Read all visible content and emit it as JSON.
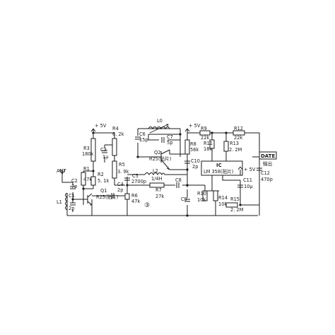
{
  "labels": {
    "vcc_left": "+ 5V",
    "vcc_mid": "+ 5V",
    "vcc_ic": "+ 5V",
    "ant": "ANT",
    "l1": "L1",
    "c1_name": "C1",
    "c1_val": "2p",
    "c2_name": "C2",
    "c2_val": "7p",
    "r1_name": "R1",
    "r1_val": "47k",
    "r2_name": "R2",
    "r2_val": "5. 1k",
    "r3_name": "R3",
    "r3_val": "180k",
    "r4_name": "R4",
    "r4_val": "6. 2k",
    "c3_name": "C3",
    "c3_val": "1μ",
    "r5_name": "R5",
    "r5_val": "3. 9k",
    "q1_name": "Q1",
    "q1_val": "R25(贴片)",
    "c4_name": "C4",
    "c4_val": "2p",
    "c5_name": "C5",
    "c5_val": "2700p",
    "r6_name": "R6",
    "r6_val": "47k",
    "c6_name": "C6",
    "c6_val": "15p",
    "l0_name": "L0",
    "c7_name": "C7",
    "c7_val": "5p",
    "q2_name": "Q2",
    "q2_val": "R25(贴片)",
    "l2_name": "L2",
    "l2_val": "1/4H",
    "r7_name": "R7",
    "r7_val": "27k",
    "c8_name": "C8",
    "c9_name": "C9",
    "c10_name": "C10",
    "c10_val": "2p",
    "r8_name": "R8",
    "r8_val": "56k",
    "r9_name": "R9",
    "r9_val": "22k",
    "r10_name": "R10",
    "r10_val": "10k",
    "r11_name": "R11",
    "r11_val": "18k",
    "r12_name": "R12",
    "r12_val": "22k",
    "r13_name": "R13",
    "r13_val": "2. 2M",
    "r14_name": "R14",
    "r14_val": "10k",
    "r15_name": "R15",
    "r15_val": "2. 2M",
    "ic_name": "IC",
    "ic_val": "LM 358(贴片)",
    "c11_name": "C11",
    "c11_val": "10μ",
    "c12_name": "C12",
    "c12_val": "470p",
    "date_box": "DATE",
    "output": "输出",
    "marker": "③"
  }
}
